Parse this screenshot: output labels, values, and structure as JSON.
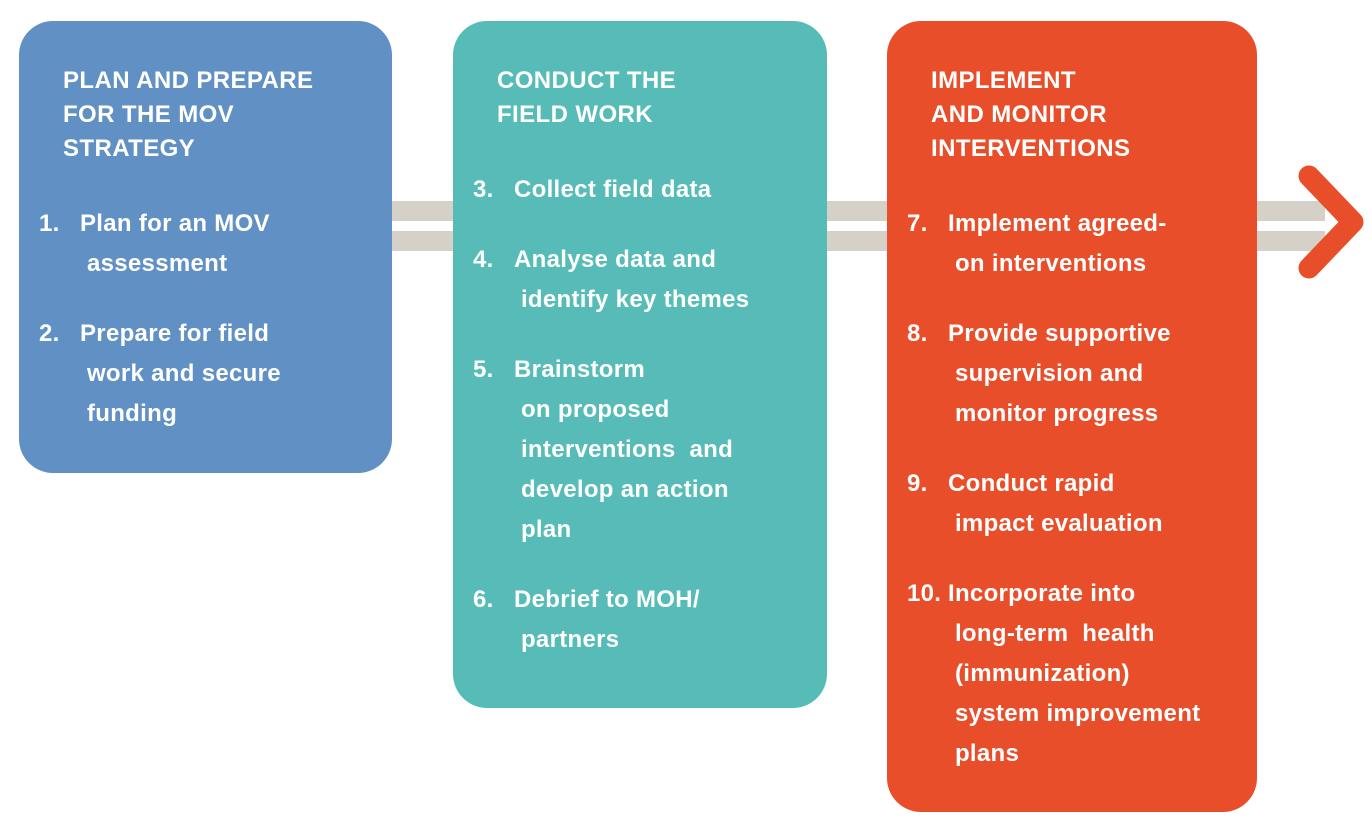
{
  "diagram": {
    "connector": {
      "color": "#d5d1c8"
    },
    "arrow": {
      "color": "#e94e2b"
    },
    "stages": [
      {
        "id": "plan-prepare",
        "color": "#6190c4",
        "title": "PLAN AND PREPARE\nFOR THE MOV\nSTRATEGY",
        "items": [
          {
            "num": "1.",
            "text": "Plan for an MOV\n assessment"
          },
          {
            "num": "2.",
            "text": "Prepare for field\n work and secure\n funding"
          }
        ]
      },
      {
        "id": "conduct-field-work",
        "color": "#57bcb7",
        "title": "CONDUCT THE\nFIELD WORK",
        "items": [
          {
            "num": "3.",
            "text": "Collect field data"
          },
          {
            "num": "4.",
            "text": "Analyse data and\n identify key themes"
          },
          {
            "num": "5.",
            "text": "Brainstorm\n on proposed\n interventions  and\n develop an action\n plan"
          },
          {
            "num": "6.",
            "text": "Debrief to MOH/\n partners"
          }
        ]
      },
      {
        "id": "implement-monitor",
        "color": "#e94e2b",
        "title": "IMPLEMENT\nAND MONITOR\nINTERVENTIONS",
        "items": [
          {
            "num": "7.",
            "text": "Implement agreed-\n on interventions"
          },
          {
            "num": "8.",
            "text": "Provide supportive\n supervision and\n monitor progress"
          },
          {
            "num": "9.",
            "text": "Conduct rapid\n impact evaluation"
          },
          {
            "num": "10.",
            "text": "Incorporate into\n long-term  health\n (immunization)\n system improvement\n plans"
          }
        ]
      }
    ]
  }
}
